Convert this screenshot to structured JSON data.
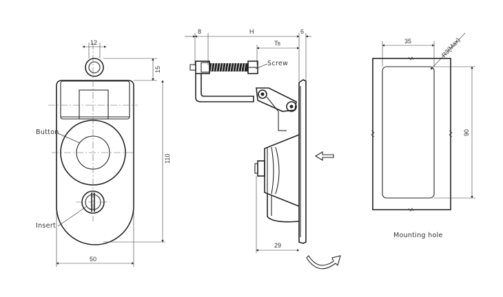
{
  "front_view": {
    "dim_top_width": "12",
    "dim_top_height": "15",
    "dim_total_height": "110",
    "dim_bottom_width": "50",
    "label_button": "Button",
    "label_insert": "Insert"
  },
  "side_view": {
    "dim_left": "8",
    "dim_h": "H",
    "dim_right": "6",
    "dim_ts": "Ts",
    "label_screw": "Screw",
    "dim_bottom": "29"
  },
  "mounting_hole": {
    "dim_width": "35",
    "dim_radius": "R3(Max)",
    "dim_height": "90",
    "caption": "Mounting hole"
  }
}
